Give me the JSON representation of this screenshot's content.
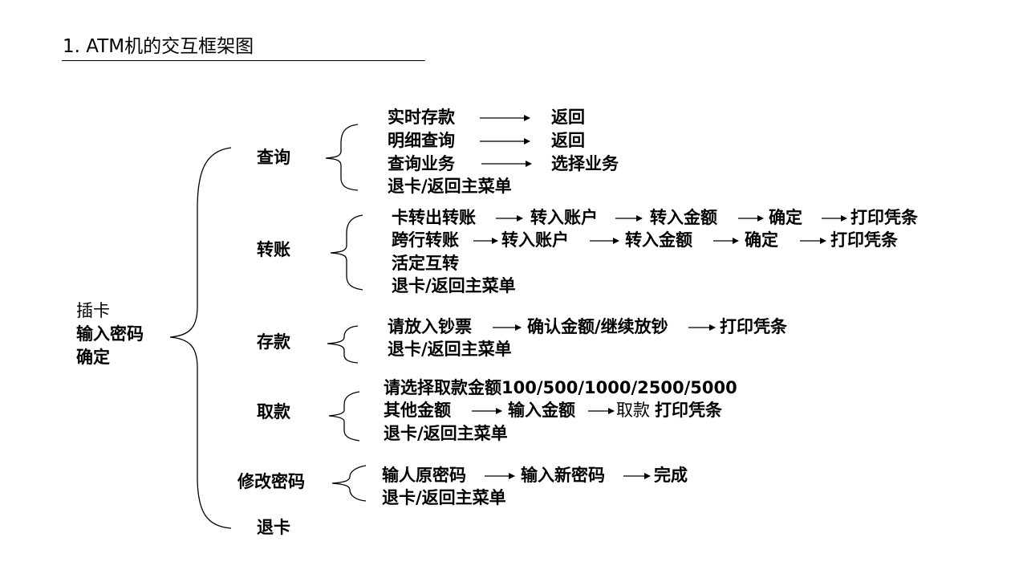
{
  "title": "1. ATM机的交互框架图",
  "root": {
    "lines": [
      "插卡",
      "输入密码",
      "确定"
    ]
  },
  "categories": [
    {
      "label": "查询",
      "rows": [
        [
          "实时存款",
          "返回"
        ],
        [
          "明细查询",
          "返回"
        ],
        [
          "查询业务",
          "选择业务"
        ],
        [
          "退卡/返回主菜单"
        ]
      ]
    },
    {
      "label": "转账",
      "rows": [
        [
          "卡转出转账",
          "转入账户",
          "转入金额",
          "确定",
          "打印凭条"
        ],
        [
          "跨行转账",
          "转入账户",
          "转入金额",
          "确定",
          "打印凭条"
        ],
        [
          "活定互转"
        ],
        [
          "退卡/返回主菜单"
        ]
      ]
    },
    {
      "label": "存款",
      "rows": [
        [
          "请放入钞票",
          "确认金额/继续放钞",
          "打印凭条"
        ],
        [
          "退卡/返回主菜单"
        ]
      ]
    },
    {
      "label": "取款",
      "rows": [
        [
          "请选择取款金额100/500/1000/2500/5000"
        ],
        [
          "其他金额",
          "输入金额",
          "取款",
          "打印凭条"
        ],
        [
          "退卡/返回主菜单"
        ]
      ]
    },
    {
      "label": "修改密码",
      "rows": [
        [
          "输人原密码",
          "输入新密码",
          "完成"
        ],
        [
          "退卡/返回主菜单"
        ]
      ]
    },
    {
      "label": "退卡",
      "rows": []
    }
  ]
}
